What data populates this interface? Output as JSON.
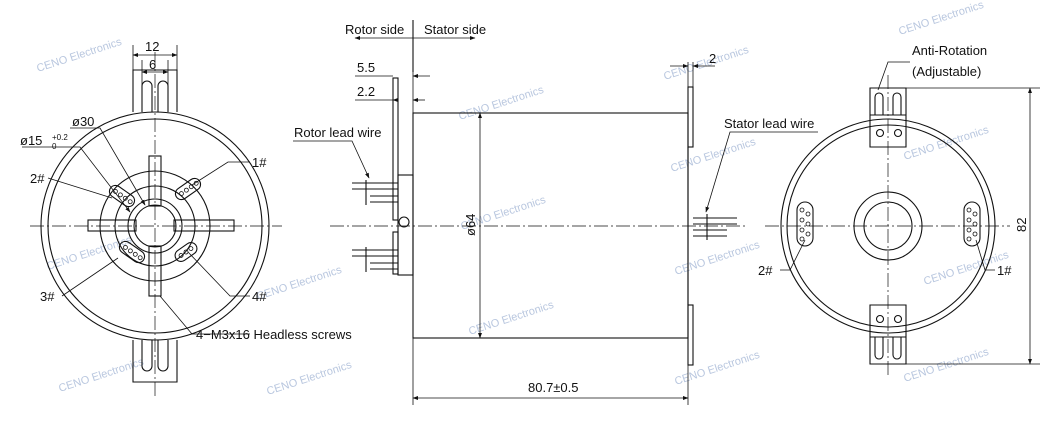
{
  "labels": {
    "rotor_side": "Rotor side",
    "stator_side": "Stator side",
    "dim_5_5": "5.5",
    "dim_2_2": "2.2",
    "dim_2": "2",
    "rotor_lead_wire": "Rotor lead wire",
    "stator_lead_wire": "Stator lead wire",
    "dia_64": "ø64",
    "length": "80.7±0.5",
    "anti_rotation": "Anti-Rotation",
    "adjustable": "(Adjustable)",
    "height_82": "82",
    "dim_12": "12",
    "dim_6": "6",
    "dia_30": "ø30",
    "dia_15": "ø15",
    "tol_plus": "+0.2",
    "tol_zero": "0",
    "pin_1_left": "1#",
    "pin_2_left": "2#",
    "pin_3_left": "3#",
    "pin_4_left": "4#",
    "screws": "4−M3x16 Headless screws",
    "pin_1_right": "1#",
    "pin_2_right": "2#"
  },
  "watermark": "CENO Electronics"
}
